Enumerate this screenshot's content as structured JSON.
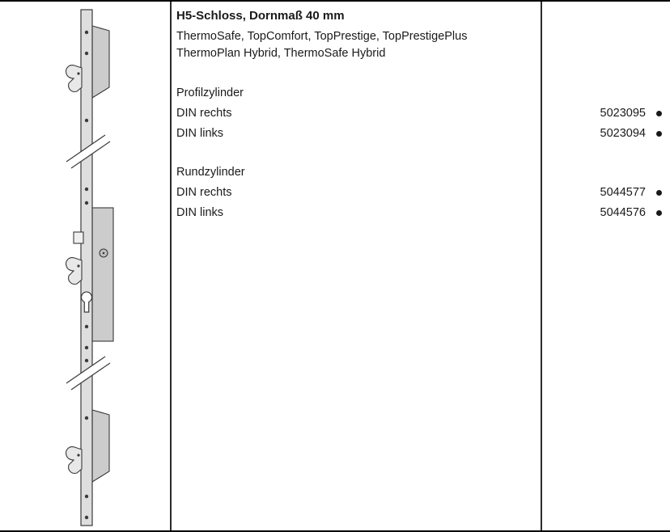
{
  "product": {
    "title": "H5-Schloss, Dornmaß 40 mm",
    "models": [
      "ThermoSafe, TopComfort, TopPrestige, TopPrestigePlus",
      "ThermoPlan Hybrid, ThermoSafe Hybrid"
    ]
  },
  "sections": [
    {
      "heading": "Profilzylinder",
      "rows": [
        {
          "label": "DIN rechts",
          "article_number": "5023095"
        },
        {
          "label": "DIN links",
          "article_number": "5023094"
        }
      ]
    },
    {
      "heading": "Rundzylinder",
      "rows": [
        {
          "label": "DIN rechts",
          "article_number": "5044577"
        },
        {
          "label": "DIN links",
          "article_number": "5044576"
        }
      ]
    }
  ],
  "illustration": {
    "name": "h5-multipoint-lock-drawing"
  },
  "colors": {
    "rule_lines": "#2b2b2b",
    "text": "#1a1a1a",
    "metal_gray": "#d9d9d9"
  }
}
